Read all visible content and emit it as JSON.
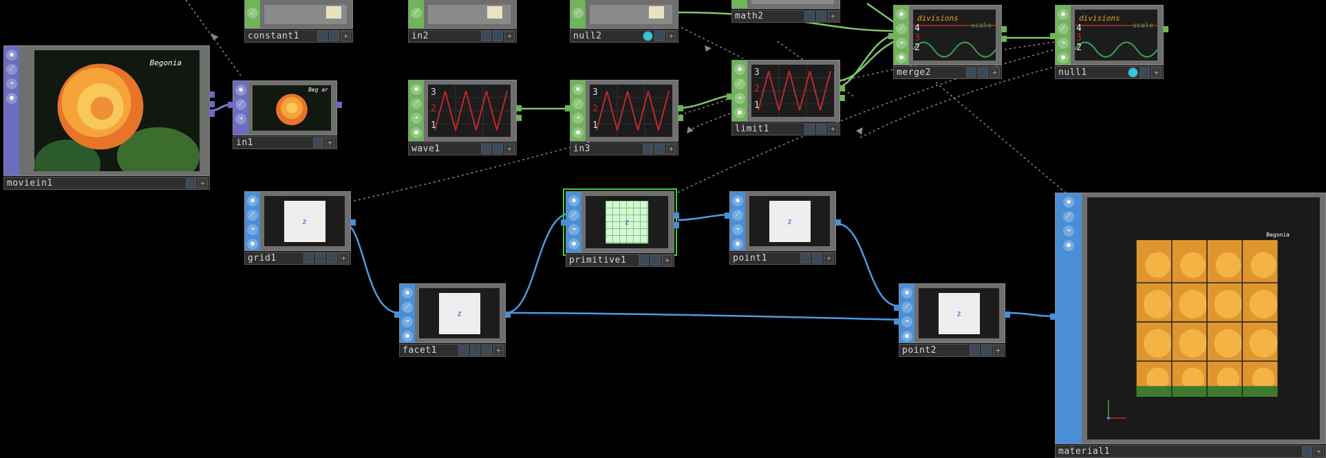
{
  "app": {
    "name": "TouchDesigner network editor"
  },
  "colors": {
    "chop": "#6fb35a",
    "sop": "#4a8fd6",
    "top": "#6c6cc0",
    "mat": "#4a8fd6",
    "wire_chop": "#7fc86a",
    "wire_sop": "#4f9be6",
    "wire_top": "#7c7cd0",
    "selected": "#37d037"
  },
  "nodes": {
    "moviein1": {
      "name": "moviein1",
      "caption": "Begonia",
      "family": "TOP"
    },
    "in1": {
      "name": "in1",
      "caption": "Beg ar"
    },
    "constant1": {
      "name": "constant1"
    },
    "in2": {
      "name": "in2"
    },
    "null2": {
      "name": "null2"
    },
    "math2": {
      "name": "math2"
    },
    "wave1": {
      "name": "wave1",
      "labels": [
        "3",
        "2",
        "1"
      ]
    },
    "in3": {
      "name": "in3",
      "labels": [
        "3",
        "2",
        "1"
      ]
    },
    "limit1": {
      "name": "limit1",
      "labels": [
        "3",
        "2",
        "1"
      ]
    },
    "merge2": {
      "name": "merge2",
      "chan_title": "divisions",
      "chan_labels": [
        "4",
        "3",
        "2"
      ],
      "chan_scale": "scale"
    },
    "null1": {
      "name": "null1",
      "chan_title": "divisions",
      "chan_labels": [
        "4",
        "3",
        "2"
      ],
      "chan_scale": "scale"
    },
    "grid1": {
      "name": "grid1",
      "axis": "z"
    },
    "facet1": {
      "name": "facet1",
      "axis": "z"
    },
    "primitive1": {
      "name": "primitive1",
      "axis": "z"
    },
    "point1": {
      "name": "point1",
      "axis": "z"
    },
    "point2": {
      "name": "point2",
      "axis": "z"
    },
    "material1": {
      "name": "material1",
      "caption": "Begonia"
    }
  },
  "icons": [
    "display-icon",
    "render-icon",
    "bypass-icon",
    "lock-icon",
    "viewer-flag-icon",
    "plus-icon"
  ]
}
